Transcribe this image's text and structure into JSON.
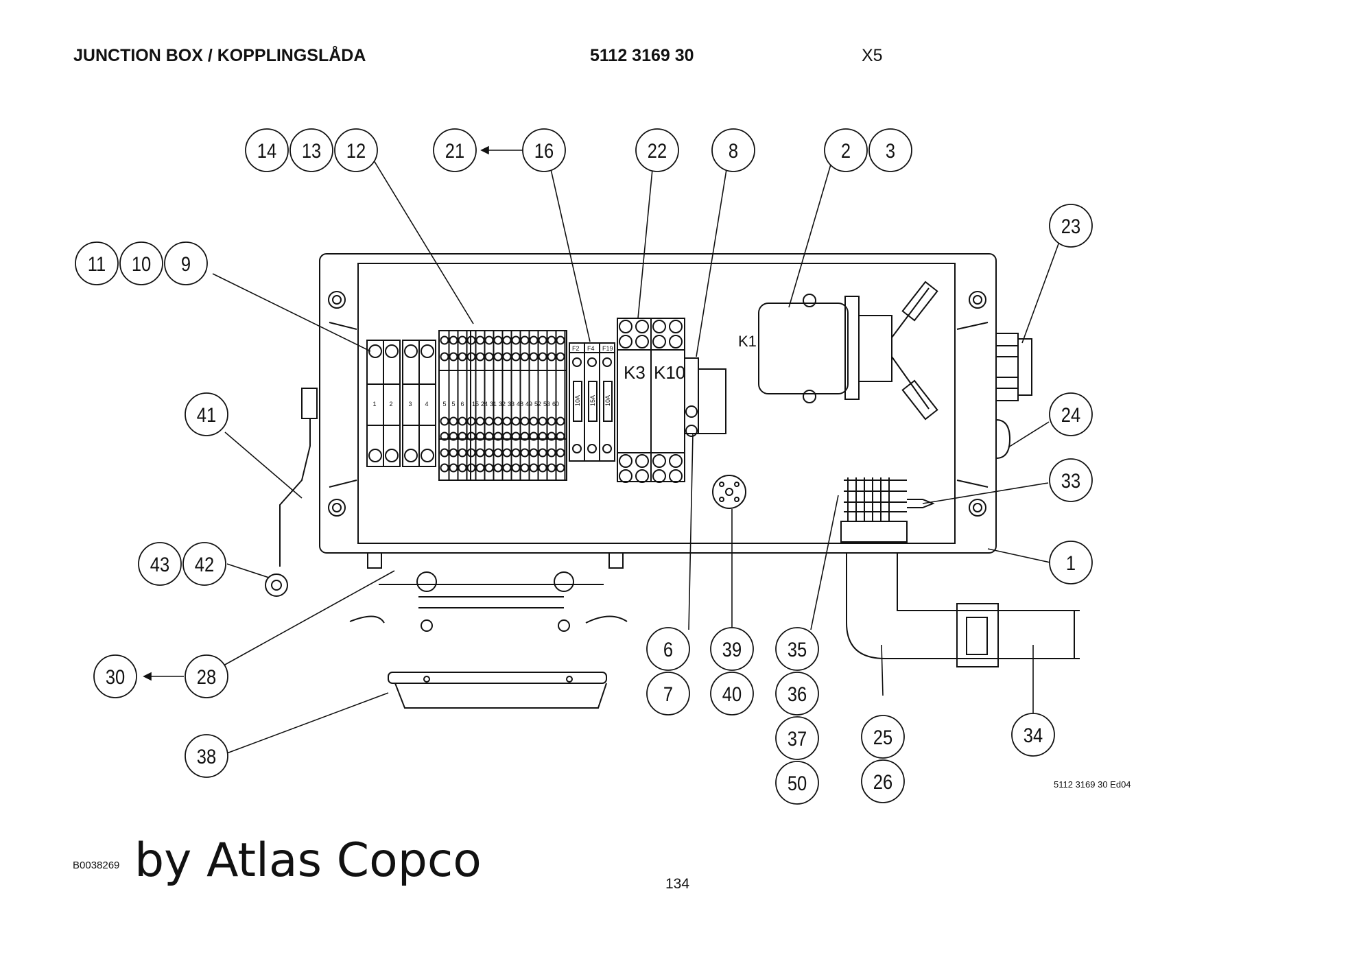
{
  "header": {
    "title": "JUNCTION BOX / KOPPLINGSLÅDA",
    "part_number": "5112 3169 30",
    "sheet": "X5"
  },
  "diagram": {
    "callouts": [
      "14",
      "13",
      "12",
      "21",
      "16",
      "22",
      "8",
      "2",
      "3",
      "23",
      "11",
      "10",
      "9",
      "41",
      "24",
      "33",
      "43",
      "42",
      "1",
      "30",
      "28",
      "6",
      "7",
      "39",
      "40",
      "35",
      "36",
      "37",
      "50",
      "25",
      "26",
      "34",
      "38"
    ],
    "component_labels": {
      "k1": "K1",
      "k3": "K3",
      "k10": "K10",
      "fuse_headers": [
        "F2",
        "F4",
        "F19"
      ],
      "fuse_ratings": [
        "10A",
        "15A",
        "10A"
      ],
      "terminal_numbers": [
        "1",
        "2",
        "3",
        "4",
        "5",
        "5",
        "6",
        "15",
        "24",
        "31",
        "32",
        "33",
        "48",
        "49",
        "52",
        "53",
        "60"
      ]
    }
  },
  "footer": {
    "doc_id": "B0038269",
    "brand": "by Atlas Copco",
    "page_number": "134",
    "edition": "5112 3169 30 Ed04"
  }
}
